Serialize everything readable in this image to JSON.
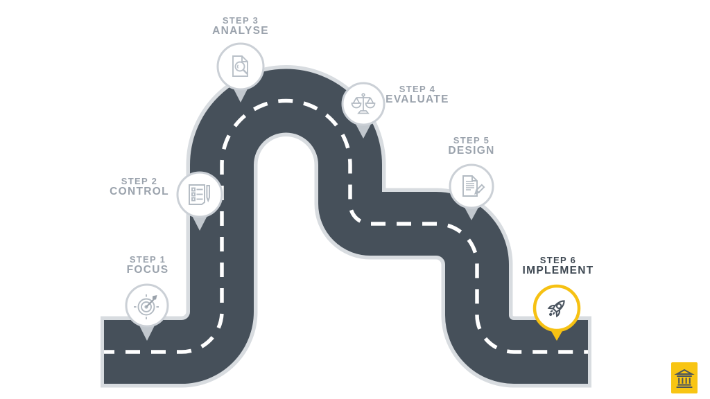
{
  "steps": [
    {
      "step_label": "STEP 1",
      "name": "FOCUS",
      "icon": "target-icon",
      "highlighted": false
    },
    {
      "step_label": "STEP 2",
      "name": "CONTROL",
      "icon": "checklist-pen-icon",
      "highlighted": false
    },
    {
      "step_label": "STEP 3",
      "name": "ANALYSE",
      "icon": "document-magnifier-icon",
      "highlighted": false
    },
    {
      "step_label": "STEP 4",
      "name": "EVALUATE",
      "icon": "balance-scale-icon",
      "highlighted": false
    },
    {
      "step_label": "STEP 5",
      "name": "DESIGN",
      "icon": "document-pencil-icon",
      "highlighted": false
    },
    {
      "step_label": "STEP 6",
      "name": "IMPLEMENT",
      "icon": "rocket-icon",
      "highlighted": true
    }
  ],
  "badge": {
    "icon": "bank-building-icon",
    "background": "#f8c513"
  },
  "colors": {
    "background": "#ffffff",
    "road": "#46505a",
    "road_outline": "#d8dce0",
    "center_line": "#ffffff",
    "label_gray": "#9aa2ac",
    "label_dark": "#3e4852",
    "accent_yellow": "#f6c113",
    "pin_ring_gray": "#cbd0d6",
    "pin_tail_gray": "#c2c8ce",
    "icon_gray": "#b2bac2",
    "icon_dark": "#4a545f"
  }
}
